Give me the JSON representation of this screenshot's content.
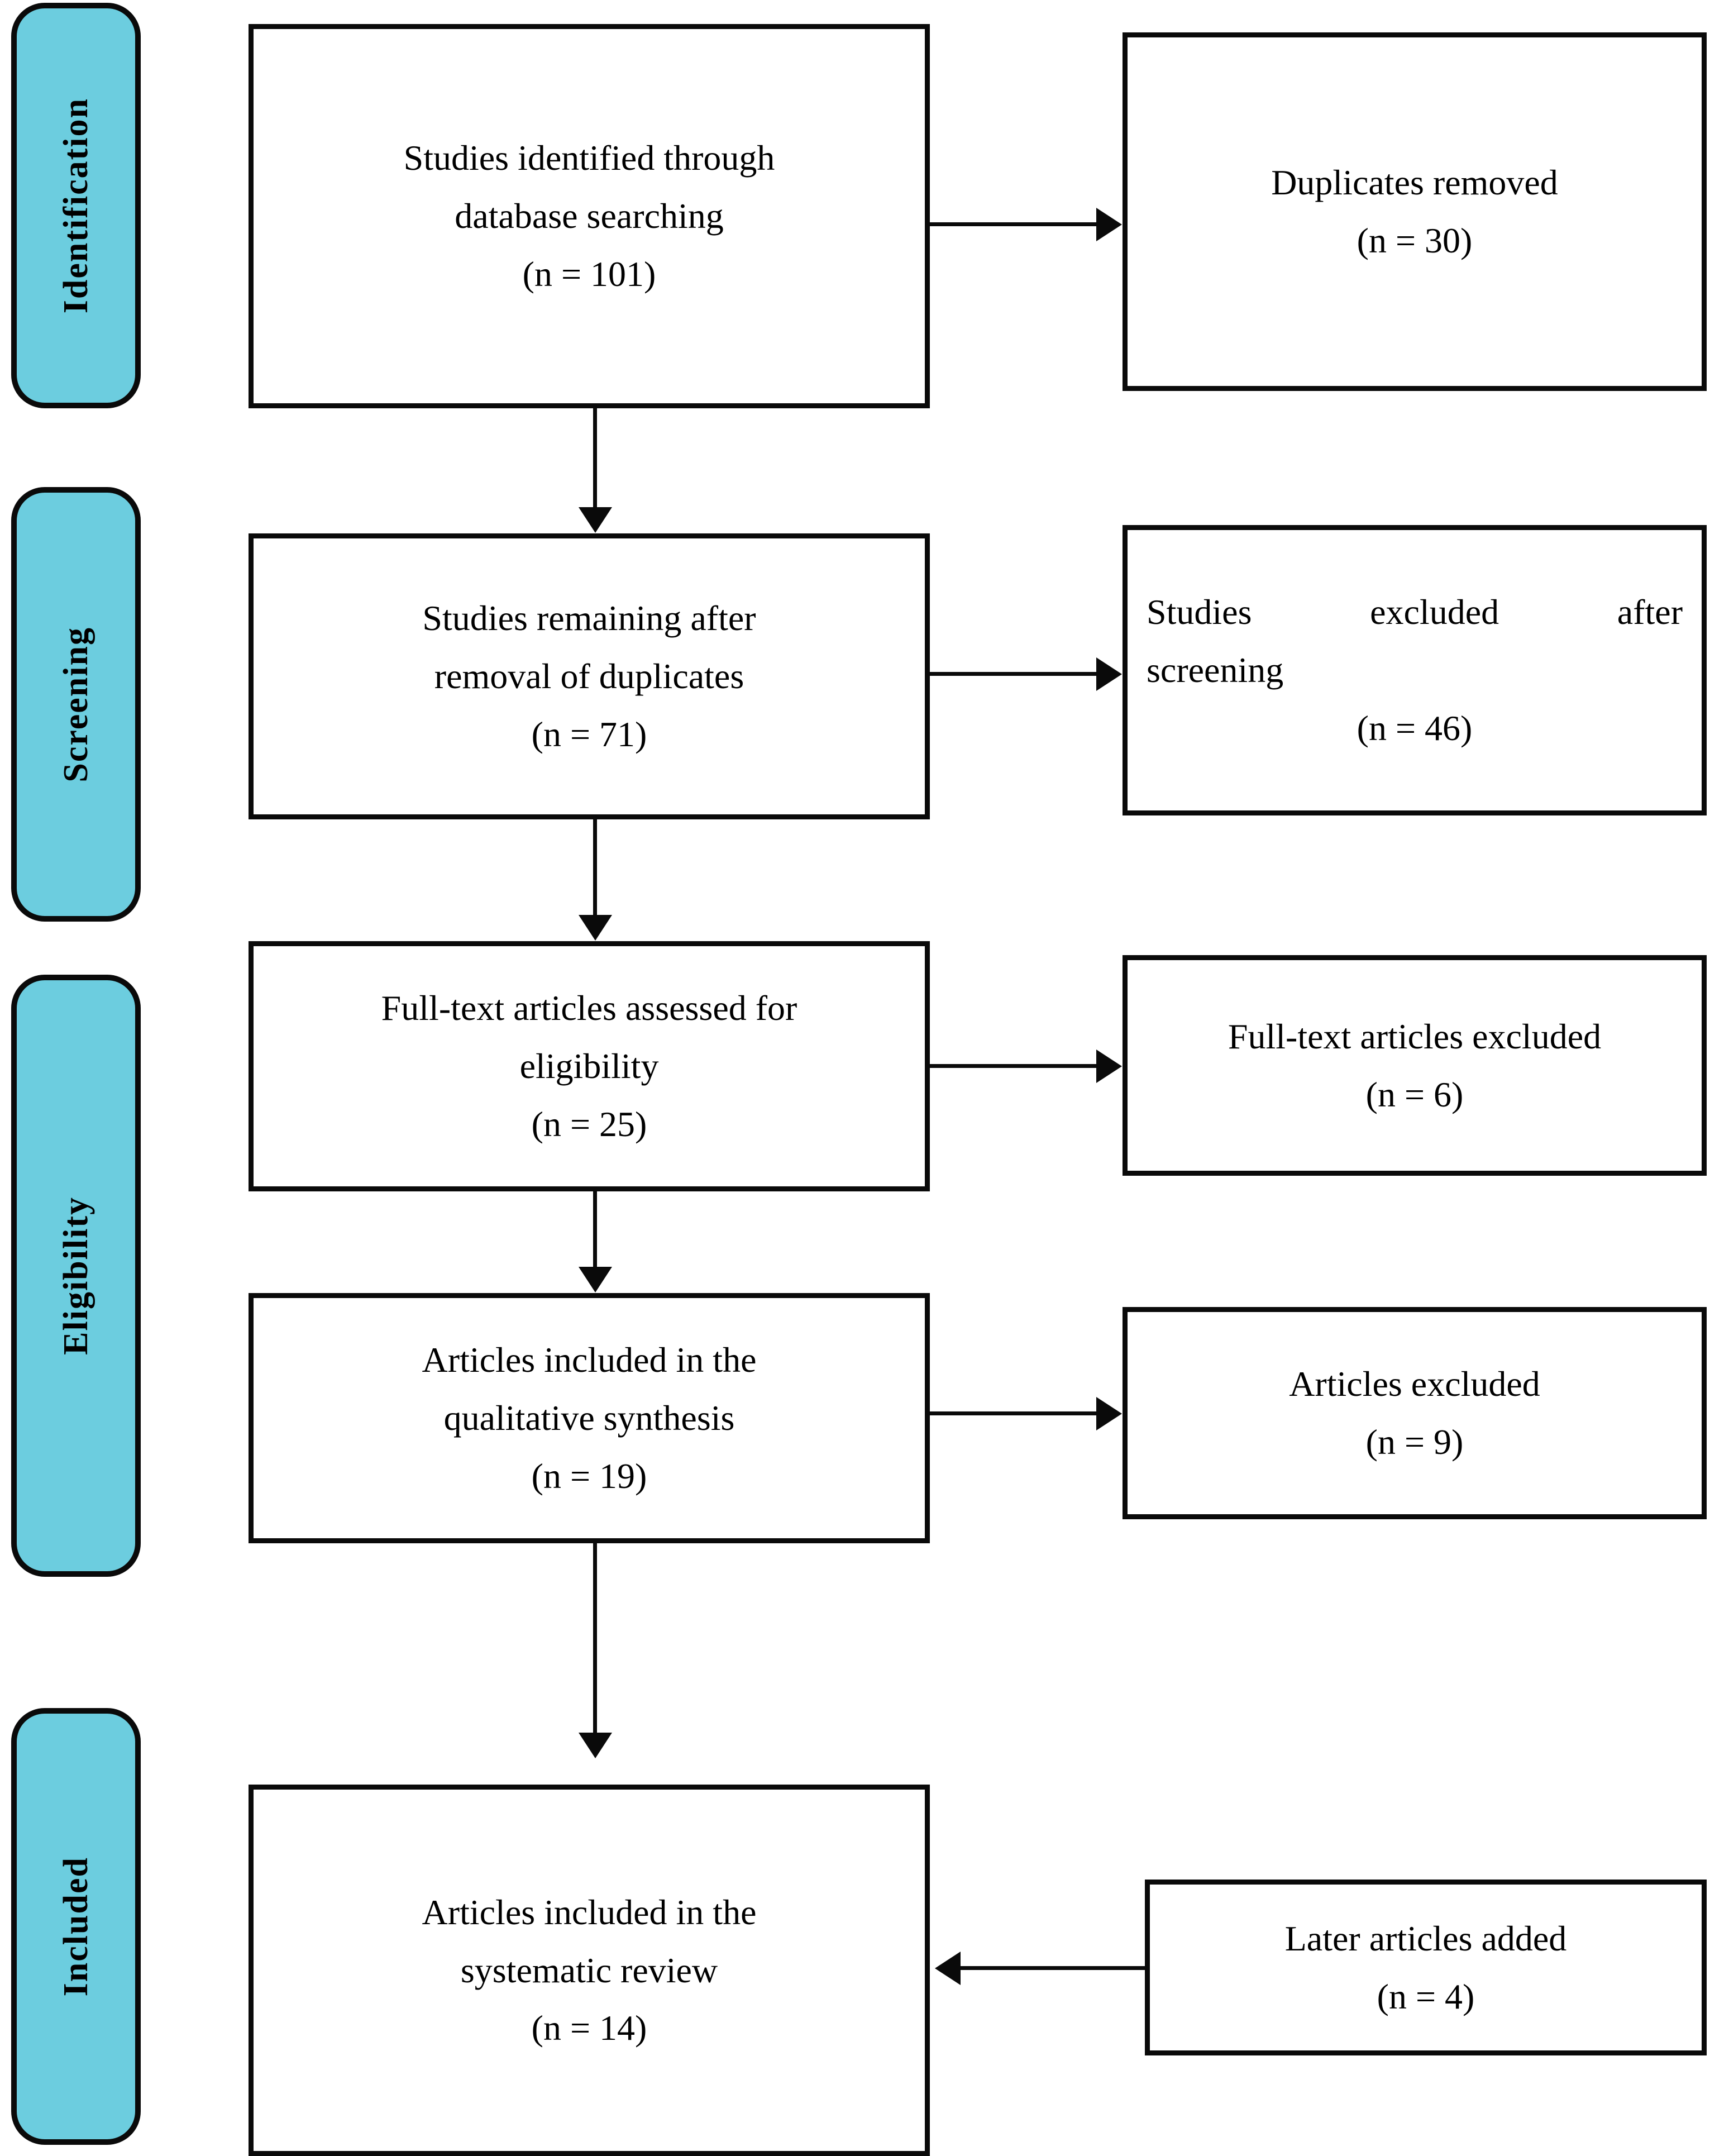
{
  "diagram": {
    "kind": "PRISMA flow diagram",
    "accent_color": "#6CCDDF",
    "line_color": "#0A0A0A",
    "background": "#FFFFFF",
    "stages": [
      {
        "label": "Identification"
      },
      {
        "label": "Screening"
      },
      {
        "label": "Eligibility"
      },
      {
        "label": "Included"
      }
    ],
    "main_boxes": [
      {
        "line1": "Studies identified through",
        "line2": "database searching",
        "count": "(n = 101)"
      },
      {
        "line1": "Studies remaining after",
        "line2": "removal of duplicates",
        "count": "(n = 71)"
      },
      {
        "line1": "Full-text articles assessed for",
        "line2": "eligibility",
        "count": "(n = 25)"
      },
      {
        "line1": "Articles included in the",
        "line2": "qualitative synthesis",
        "count": "(n = 19)"
      },
      {
        "line1": "Articles included in the",
        "line2": "systematic review",
        "count": "(n = 14)"
      }
    ],
    "side_boxes": [
      {
        "line1": "Duplicates removed",
        "line2": "",
        "count": "(n = 30)",
        "justified": false
      },
      {
        "line1": "Studies excluded after",
        "line2": "screening",
        "count": "(n = 46)",
        "justified": true
      },
      {
        "line1": "Full-text articles excluded",
        "line2": "",
        "count": "(n = 6)",
        "justified": false
      },
      {
        "line1": "Articles excluded",
        "line2": "",
        "count": "(n = 9)",
        "justified": false
      },
      {
        "line1": "Later articles added",
        "line2": "",
        "count": "(n = 4)",
        "justified": false
      }
    ],
    "connectors": [
      {
        "name": "box1-to-box2",
        "direction": "down"
      },
      {
        "name": "box2-to-box3",
        "direction": "down"
      },
      {
        "name": "box3-to-box4",
        "direction": "down"
      },
      {
        "name": "box4-to-box5",
        "direction": "down"
      },
      {
        "name": "box1-to-duplicates-removed",
        "direction": "right"
      },
      {
        "name": "box2-to-studies-excluded",
        "direction": "right"
      },
      {
        "name": "box3-to-fulltext-excluded",
        "direction": "right"
      },
      {
        "name": "box4-to-articles-excluded",
        "direction": "right"
      },
      {
        "name": "later-articles-added-to-box5",
        "direction": "left"
      }
    ]
  }
}
